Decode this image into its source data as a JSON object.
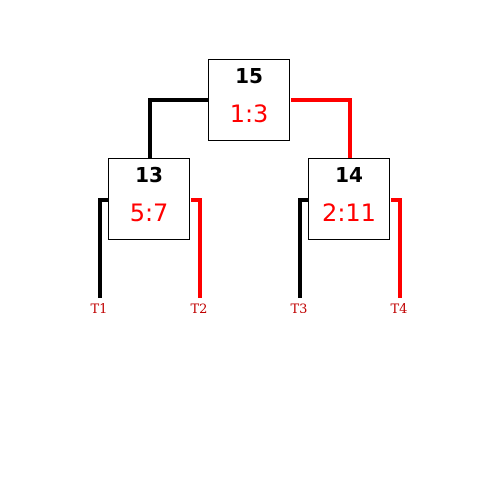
{
  "colors": {
    "left_branch": "#000000",
    "right_branch": "#ff0000",
    "score": "#ff0000",
    "terminal": "#c00000"
  },
  "nodes": {
    "root": {
      "id": "15",
      "score": "1:3"
    },
    "left": {
      "id": "13",
      "score": "5:7"
    },
    "right": {
      "id": "14",
      "score": "2:11"
    }
  },
  "terminals": [
    "T1",
    "T2",
    "T3",
    "T4"
  ]
}
